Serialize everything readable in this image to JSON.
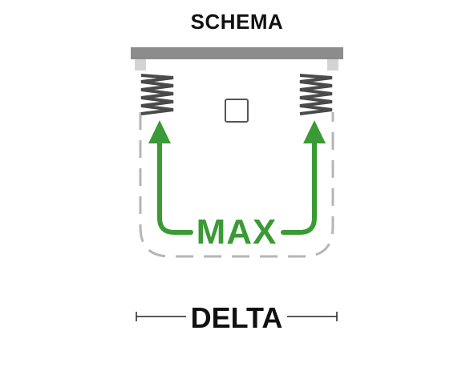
{
  "title": "SCHEMA",
  "max_label": "MAX",
  "delta_label": "DELTA",
  "colors": {
    "bar": "#8c8c8c",
    "spring": "#4a4a4a",
    "dashed_outline": "#b5b5b5",
    "arrow": "#3a9a35",
    "text": "#111111",
    "dimension_line": "#222222"
  },
  "icons": {
    "spring_left": "spring-icon",
    "spring_right": "spring-icon",
    "center_square": "square-icon"
  }
}
